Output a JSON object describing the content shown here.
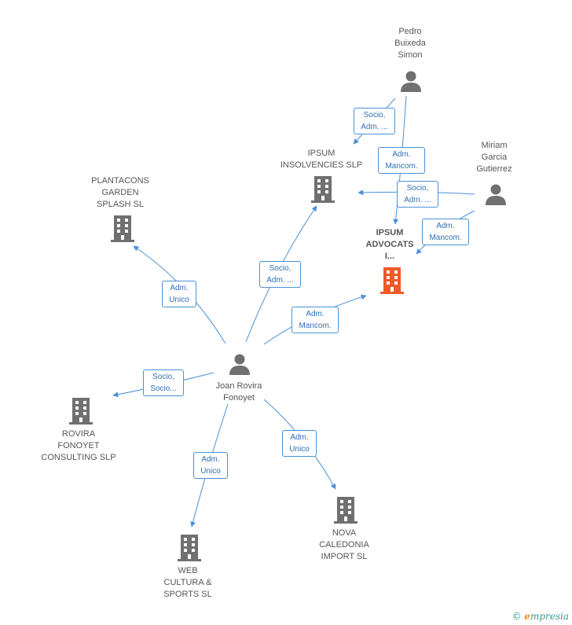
{
  "nodes": {
    "pedro": {
      "label": "Pedro\nBuixeda\nSimon",
      "type": "person"
    },
    "miriam": {
      "label": "Miriam\nGarcia\nGutierrez",
      "type": "person"
    },
    "joan": {
      "label": "Joan Rovira\nFonoyet",
      "type": "person"
    },
    "ipsum_insolvencies": {
      "label": "IPSUM\nINSOLVENCIES SLP",
      "type": "company"
    },
    "ipsum_advocats": {
      "label": "IPSUM\nADVOCATS\nI...",
      "type": "company-focus"
    },
    "plantacons": {
      "label": "PLANTACONS\nGARDEN\nSPLASH SL",
      "type": "company"
    },
    "rovira": {
      "label": "ROVIRA\nFONOYET\nCONSULTING  SLP",
      "type": "company"
    },
    "web": {
      "label": "WEB\nCULTURA &\nSPORTS SL",
      "type": "company"
    },
    "nova": {
      "label": "NOVA\nCALEDONIA\nIMPORT SL",
      "type": "company"
    }
  },
  "edges": {
    "pedro_insolvencies": "Socio,\nAdm. ...",
    "pedro_advocats": "Adm.\nMancom.",
    "miriam_insolvencies": "Socio,\nAdm. ...",
    "miriam_advocats": "Adm.\nMancom.",
    "joan_plantacons": "Adm.\nUnico",
    "joan_insolvencies": "Socio,\nAdm. ...",
    "joan_advocats": "Adm.\nMancom.",
    "joan_rovira": "Socio,\nSocio...",
    "joan_web": "Adm.\nUnico",
    "joan_nova": "Adm.\nUnico"
  },
  "colors": {
    "edge": "#4a90d9",
    "icon": "#707070",
    "focus": "#f05a28",
    "edge_text": "#2e6fb8"
  },
  "footer": {
    "copyright": "©",
    "brand_e": "e",
    "brand_rest": "mpresia"
  }
}
